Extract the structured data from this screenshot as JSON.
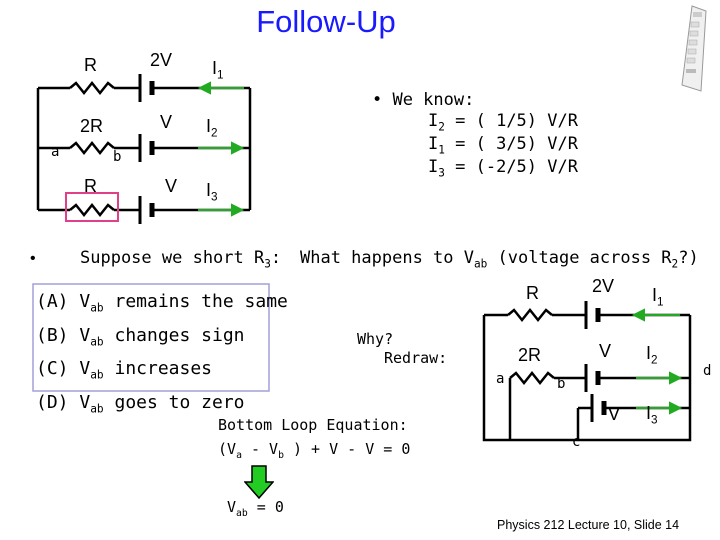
{
  "slide": {
    "title": "Follow-Up",
    "footer": "Physics 212  Lecture 10, Slide  14"
  },
  "circuit_left": {
    "resistors": [
      "R",
      "2R",
      "R"
    ],
    "batteries": [
      "2V",
      "V",
      "V"
    ],
    "nodes": [
      "a",
      "b"
    ],
    "currents": [
      {
        "symbol": "I",
        "sub": "1"
      },
      {
        "symbol": "I",
        "sub": "2"
      },
      {
        "symbol": "I",
        "sub": "3"
      }
    ]
  },
  "known": {
    "heading": "• We know:",
    "lines": [
      {
        "symbol": "I",
        "sub": "2",
        "expr": " = ( 1/5) V/R"
      },
      {
        "symbol": "I",
        "sub": "1",
        "expr": " =  ( 3/5) V/R"
      },
      {
        "symbol": "I",
        "sub": "3",
        "expr": " = (-2/5) V/R"
      }
    ]
  },
  "question": {
    "bullet": "•",
    "suppose_pre": "Suppose we short R",
    "suppose_sub": "3",
    "suppose_post": ":",
    "ask_pre": "What happens to V",
    "ask_sub": "ab",
    "ask_mid": " (voltage across R",
    "ask_sub2": "2",
    "ask_post": "?)"
  },
  "options": [
    {
      "letter": "(A)",
      "v": "V",
      "sub": "ab",
      "text": " remains the same"
    },
    {
      "letter": "(B)",
      "v": "V",
      "sub": "ab",
      "text": " changes sign"
    },
    {
      "letter": "(C)",
      "v": "V",
      "sub": "ab",
      "text": " increases"
    },
    {
      "letter": "(D)",
      "v": "V",
      "sub": "ab",
      "text": " goes to zero"
    }
  ],
  "why": {
    "line1": "Why?",
    "line2": "Redraw:"
  },
  "circuit_right": {
    "resistors": [
      "R",
      "2R"
    ],
    "batteries": [
      "2V",
      "V",
      "V"
    ],
    "nodes": [
      "a",
      "b",
      "c",
      "d"
    ],
    "currents": [
      {
        "symbol": "I",
        "sub": "1"
      },
      {
        "symbol": "I",
        "sub": "2"
      },
      {
        "symbol": "I",
        "sub": "3"
      }
    ]
  },
  "equation": {
    "heading": "Bottom Loop Equation:",
    "eq_pre": "(V",
    "eq_a": "a",
    "eq_mid": " - V",
    "eq_b": "b",
    "eq_post": " ) + V - V = 0"
  },
  "result": {
    "v": "V",
    "sub": "ab",
    "text": " = 0"
  },
  "colors": {
    "title": "#1a1aff",
    "arrow": "#22aa22",
    "highlight": "#e0408a",
    "options_box": "#a0a0d8"
  }
}
